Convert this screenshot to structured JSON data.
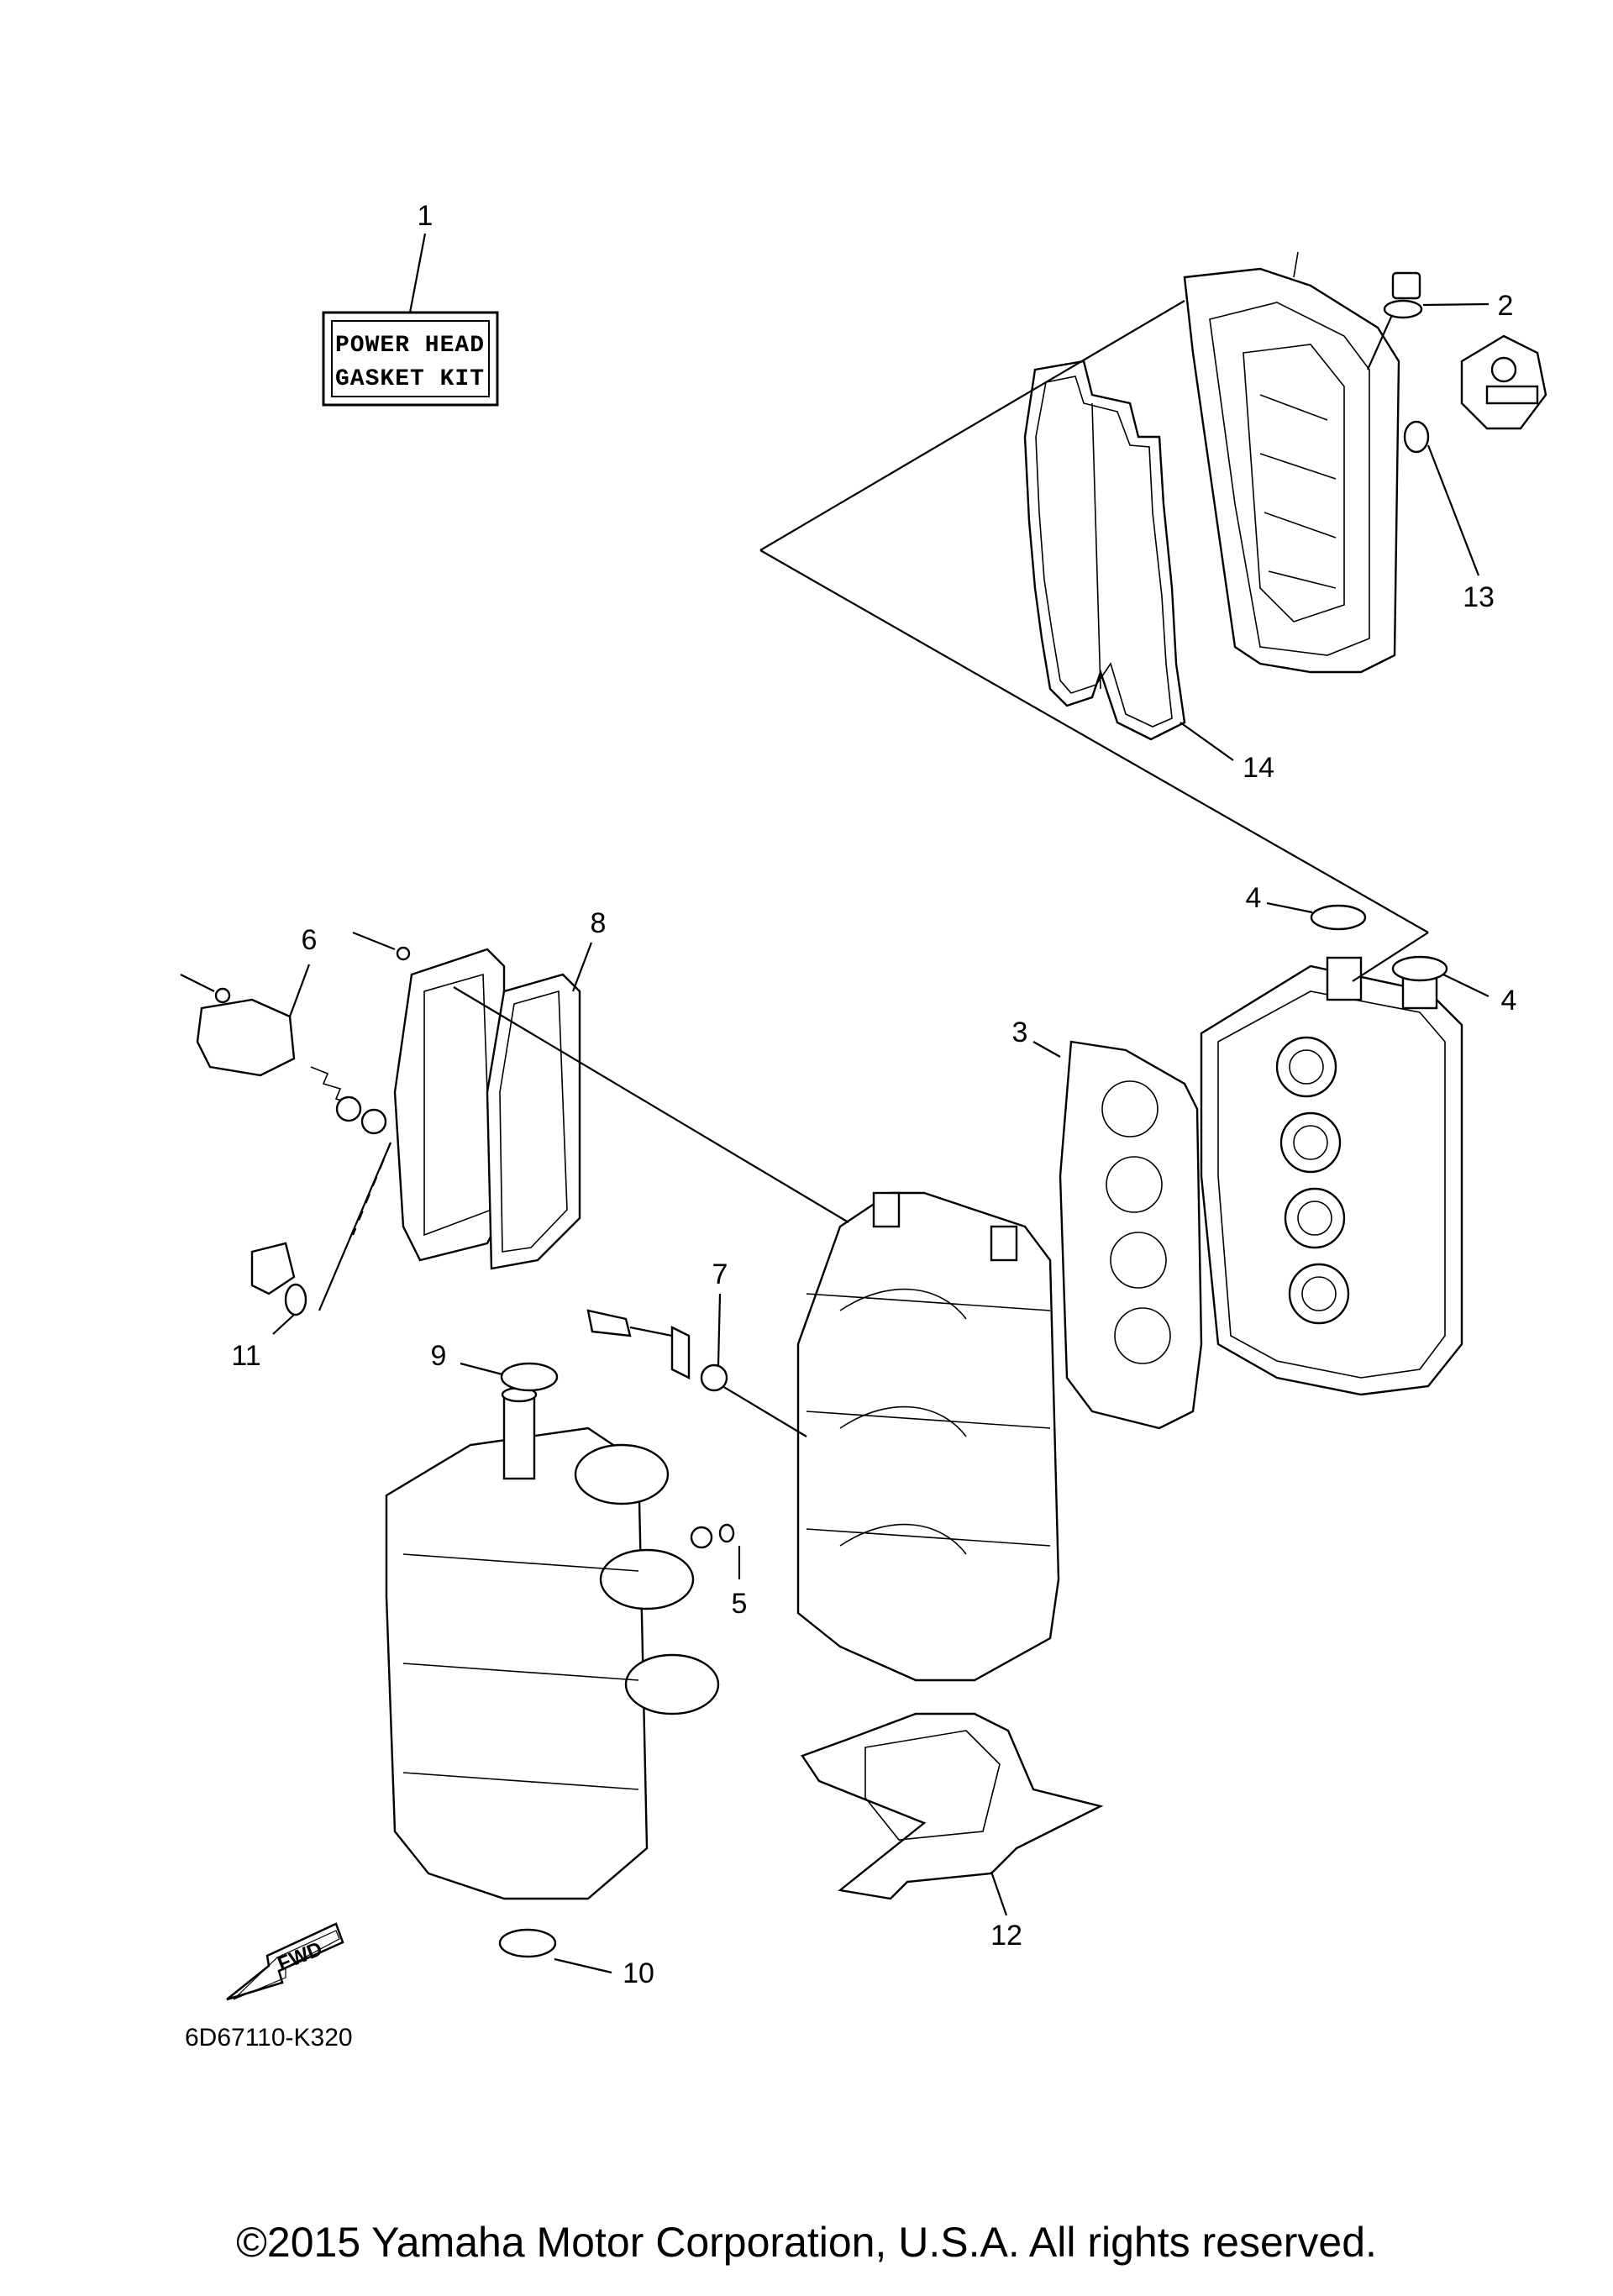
{
  "kit_label": {
    "line1": "POWER HEAD",
    "line2": "GASKET KIT"
  },
  "callouts": [
    {
      "id": "callout-1",
      "text": "1"
    },
    {
      "id": "callout-2",
      "text": "2"
    },
    {
      "id": "callout-3",
      "text": "3"
    },
    {
      "id": "callout-4a",
      "text": "4"
    },
    {
      "id": "callout-4b",
      "text": "4"
    },
    {
      "id": "callout-5",
      "text": "5"
    },
    {
      "id": "callout-6",
      "text": "6"
    },
    {
      "id": "callout-7",
      "text": "7"
    },
    {
      "id": "callout-8",
      "text": "8"
    },
    {
      "id": "callout-9",
      "text": "9"
    },
    {
      "id": "callout-10",
      "text": "10"
    },
    {
      "id": "callout-11",
      "text": "11"
    },
    {
      "id": "callout-12",
      "text": "12"
    },
    {
      "id": "callout-13",
      "text": "13"
    },
    {
      "id": "callout-14",
      "text": "14"
    }
  ],
  "fwd_label": "FWD",
  "diagram_code": "6D67110-K320",
  "copyright": "©2015 Yamaha Motor Corporation, U.S.A. All rights reserved."
}
